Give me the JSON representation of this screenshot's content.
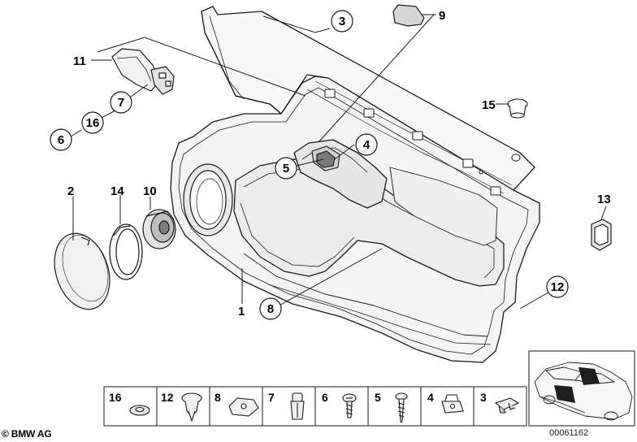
{
  "callouts": {
    "n1": "1",
    "n2": "2",
    "n3": "3",
    "n4": "4",
    "n5": "5",
    "n6": "6",
    "n7": "7",
    "n8": "8",
    "n9": "9",
    "n10": "10",
    "n11": "11",
    "n12": "12",
    "n13": "13",
    "n14": "14",
    "n15": "15",
    "n16": "16"
  },
  "parts_strip": {
    "cells": [
      {
        "label": "16",
        "icon": "washer-icon"
      },
      {
        "label": "12",
        "icon": "expanding-rivet-icon"
      },
      {
        "label": "8",
        "icon": "clip-nut-icon"
      },
      {
        "label": "7",
        "icon": "plastic-rivet-icon"
      },
      {
        "label": "6",
        "icon": "screw-icon"
      },
      {
        "label": "5",
        "icon": "tapping-screw-icon"
      },
      {
        "label": "4",
        "icon": "speed-nut-icon"
      },
      {
        "label": "3",
        "icon": "trim-clip-icon"
      }
    ]
  },
  "footer": {
    "copyright": "© BMW AG",
    "drawing_id": "00061162"
  },
  "colors": {
    "line": "#1a1a1a",
    "panel_fill": "#f4f4f4",
    "shadow": "#d9d9d9",
    "dark_fill": "#3a3a3a"
  }
}
